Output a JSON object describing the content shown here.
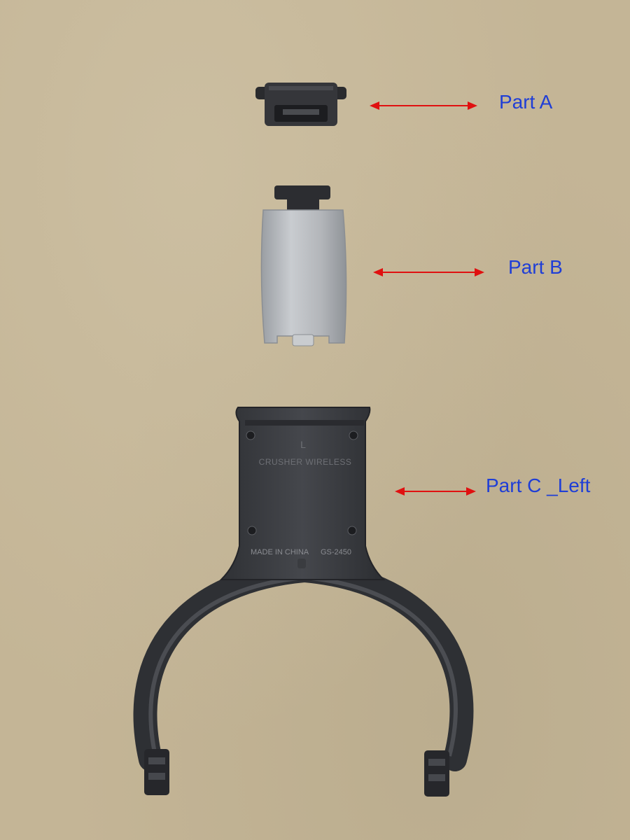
{
  "labels": {
    "part_a": "Part A",
    "part_b": "Part B",
    "part_c": "Part C _Left"
  },
  "headband_markings": {
    "side": "L",
    "model_name": "CRUSHER WIRELESS",
    "origin": "MADE IN CHINA",
    "model_code": "GS-2450"
  },
  "colors": {
    "background": "#c4b596",
    "label_text": "#1f3ed6",
    "arrow": "#e01010",
    "plastic": "#3c3e43",
    "metal": "#b9bcc0"
  }
}
